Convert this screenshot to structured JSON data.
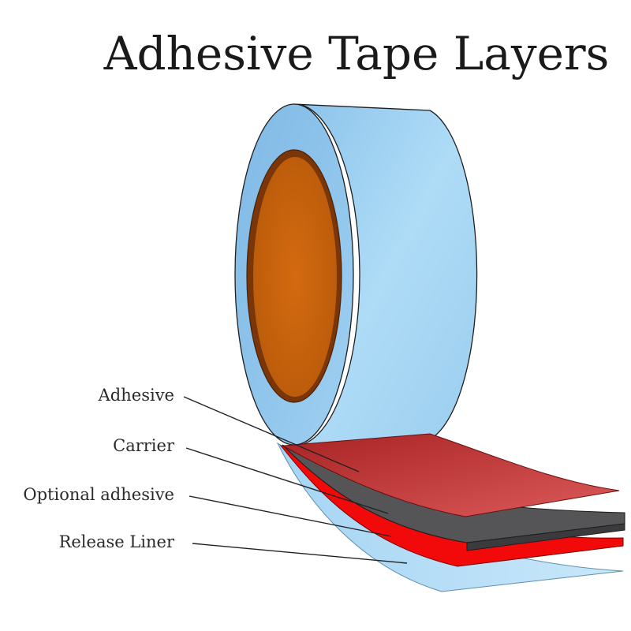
{
  "title": "Adhesive Tape Layers",
  "labels": {
    "adhesive": "Adhesive",
    "carrier": "Carrier",
    "optional_adhesive": "Optional adhesive",
    "release_liner": "Release Liner"
  },
  "colors": {
    "tape_roll": "#a7d4f3",
    "core": "#c8620c",
    "adhesive_layer": "#c83a3a",
    "carrier_layer": "#555558",
    "optional_adhesive_layer": "#f20a0a",
    "release_liner_layer": "#b8dff7"
  }
}
